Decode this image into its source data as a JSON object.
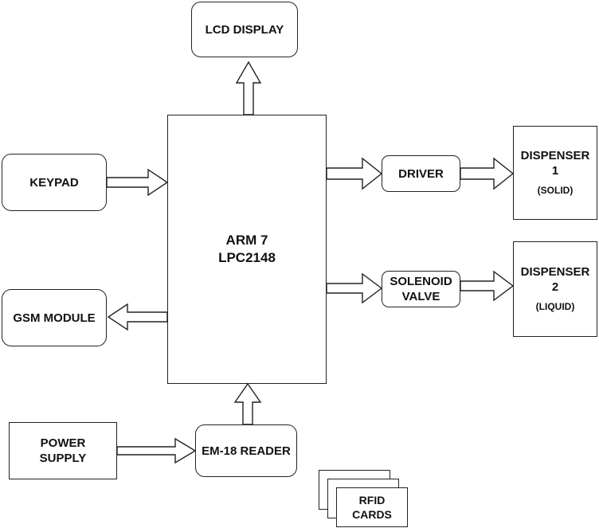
{
  "blocks": {
    "lcd": "LCD DISPLAY",
    "keypad": "KEYPAD",
    "gsm": "GSM MODULE",
    "power_line1": "POWER",
    "power_line2": "SUPPLY",
    "reader": "EM-18 READER",
    "cpu_line1": "ARM 7",
    "cpu_line2": "LPC2148",
    "driver": "DRIVER",
    "valve_line1": "SOLENOID",
    "valve_line2": "VALVE",
    "disp1_line1": "DISPENSER",
    "disp1_line2": "1",
    "disp1_line3": "(SOLID)",
    "disp2_line1": "DISPENSER",
    "disp2_line2": "2",
    "disp2_line3": "(LIQUID)",
    "rfid_line1": "RFID",
    "rfid_line2": "CARDS"
  }
}
